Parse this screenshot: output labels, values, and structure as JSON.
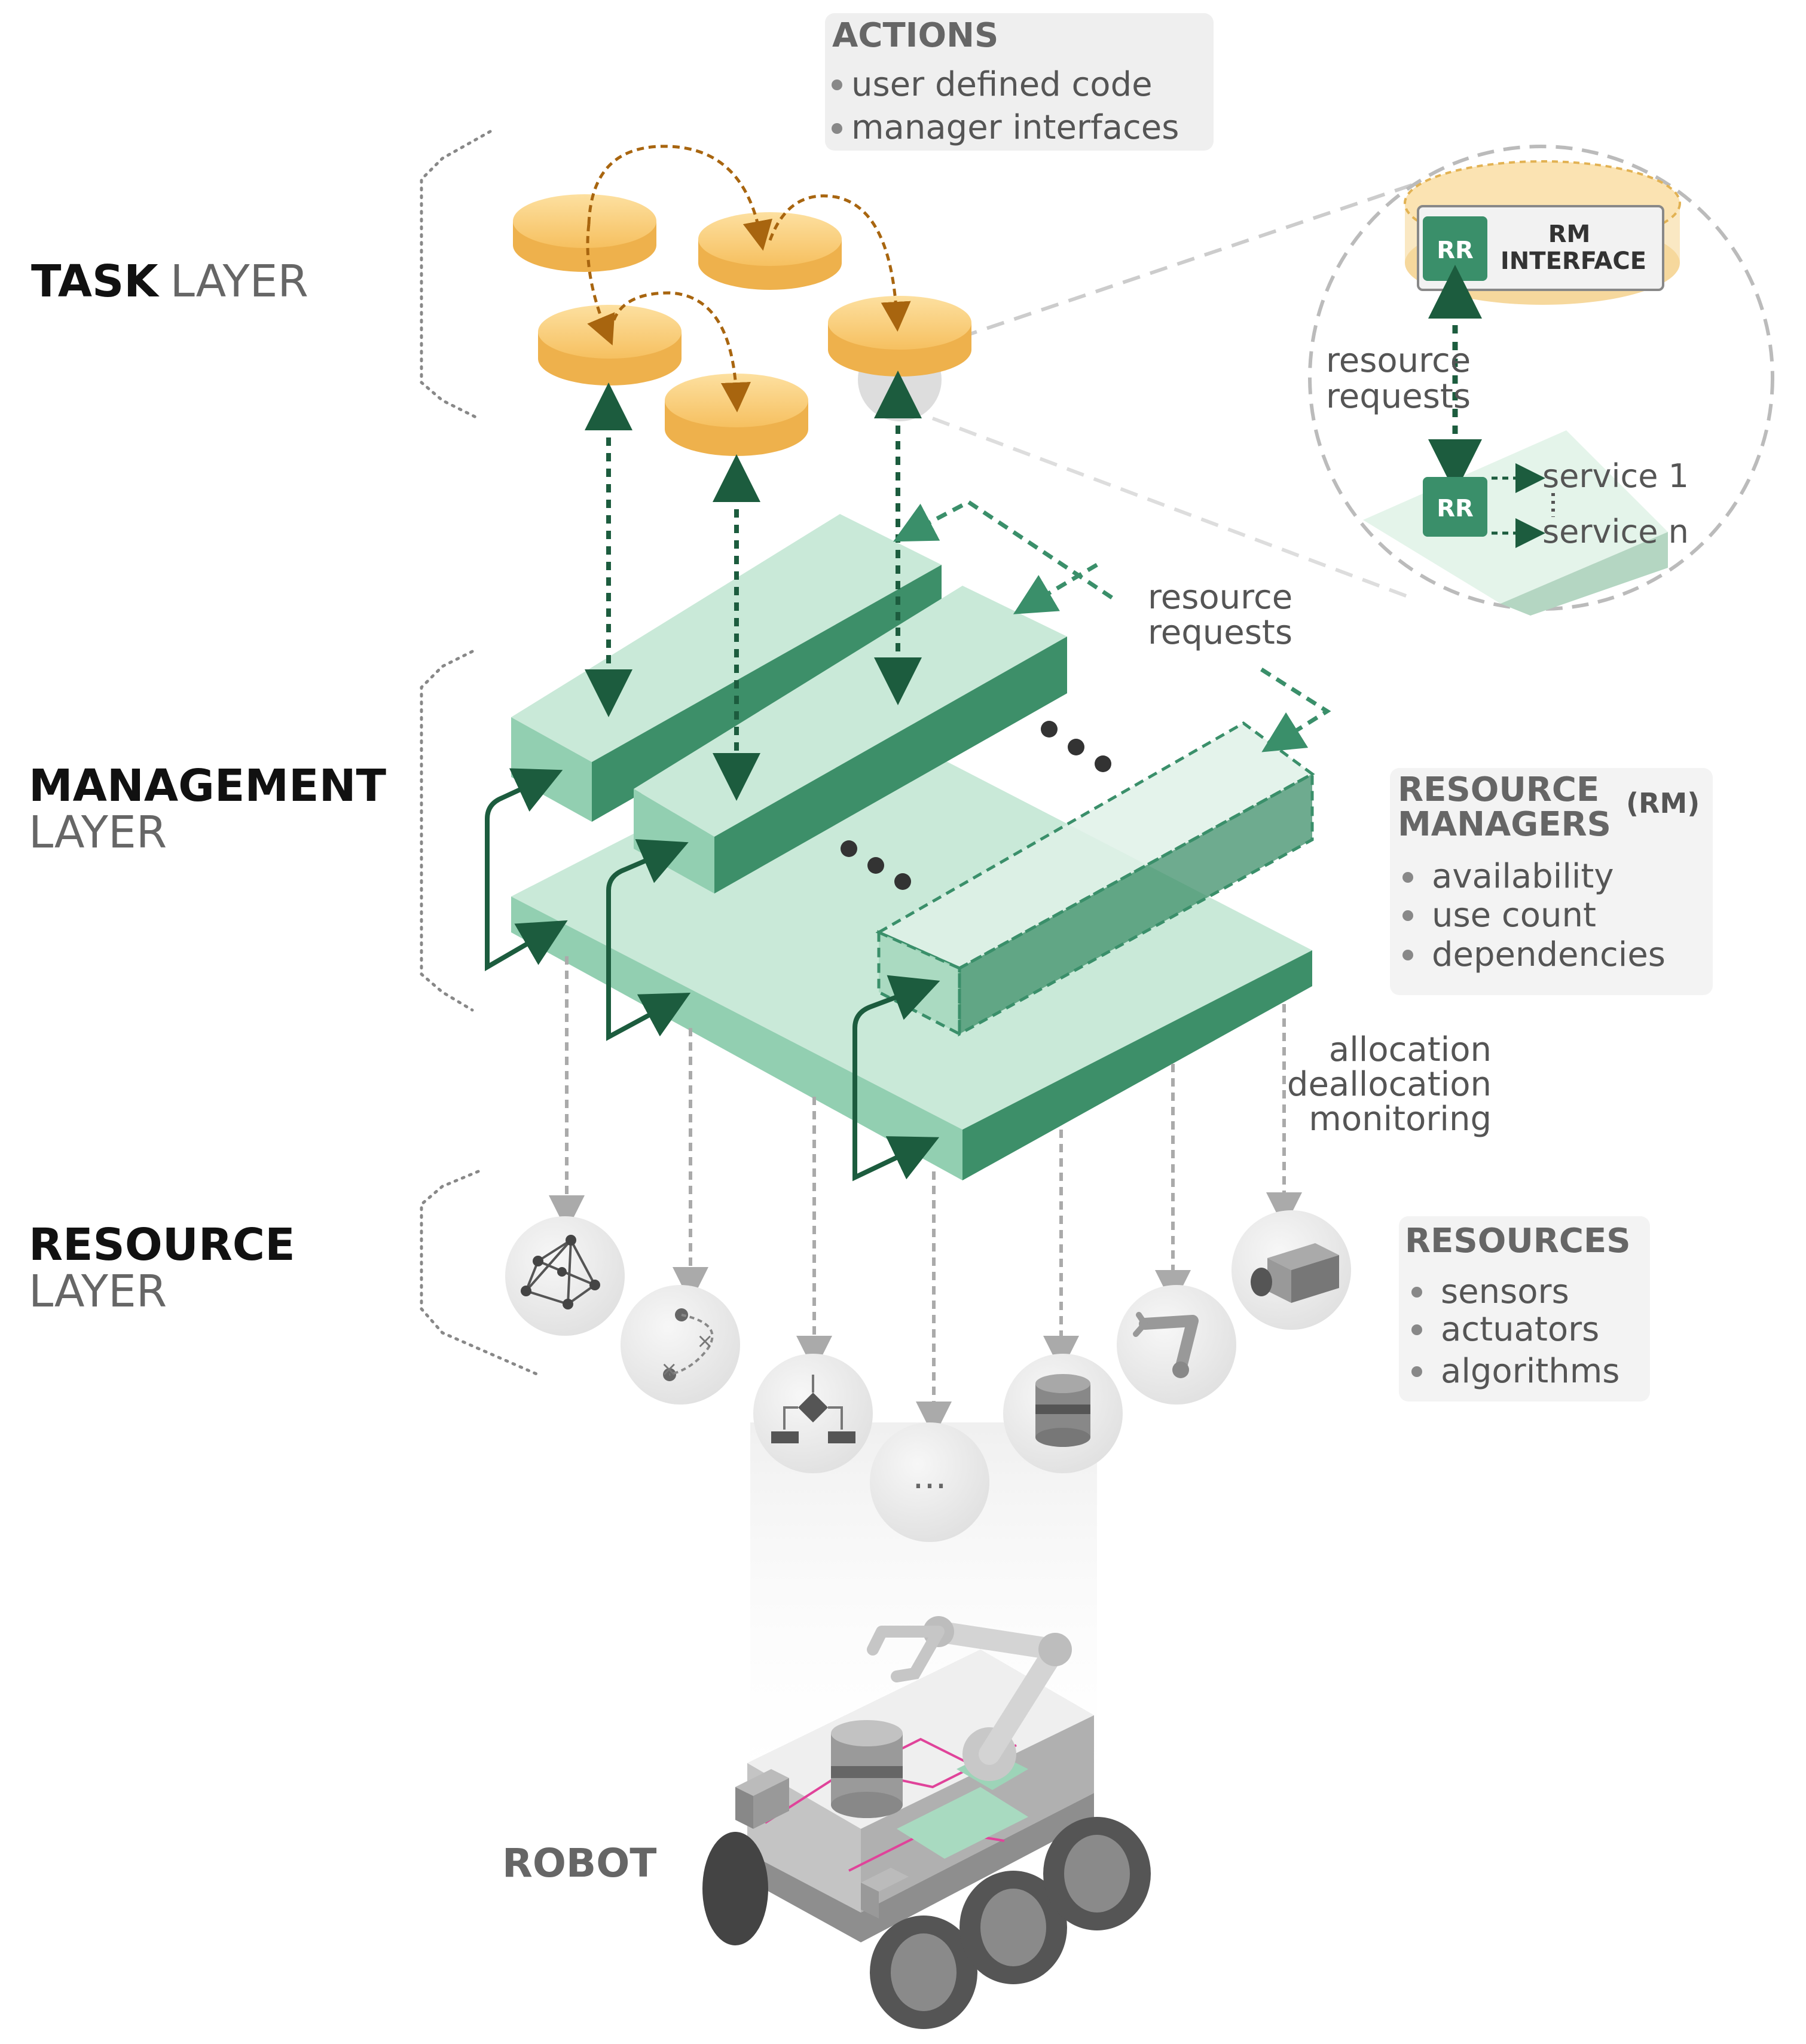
{
  "layers": {
    "task": {
      "bold": "TASK",
      "thin": "LAYER"
    },
    "management": {
      "bold": "MANAGEMENT",
      "thin": "LAYER"
    },
    "resource": {
      "bold": "RESOURCE",
      "thin": "LAYER"
    }
  },
  "actions": {
    "title": "ACTIONS",
    "items": [
      "user defined code",
      "manager interfaces"
    ]
  },
  "zoom": {
    "rr": "RR",
    "rm_interface": [
      "RM",
      "INTERFACE"
    ],
    "requests": [
      "resource",
      "requests"
    ],
    "services": [
      "service 1",
      "service n"
    ]
  },
  "resource_requests": [
    "resource",
    "requests"
  ],
  "resource_managers": {
    "title": [
      "RESOURCE",
      "MANAGERS"
    ],
    "suffix": "(RM)",
    "items": [
      "availability",
      "use count",
      "dependencies"
    ]
  },
  "allocation": [
    "allocation",
    "deallocation",
    "monitoring"
  ],
  "resources": {
    "title": "RESOURCES",
    "items": [
      "sensors",
      "actuators",
      "algorithms"
    ]
  },
  "resource_icons": [
    "graph-icon",
    "path-planning-icon",
    "flowchart-icon",
    "more-icon",
    "lidar-icon",
    "robot-arm-icon",
    "camera-icon"
  ],
  "more_symbol": "...",
  "robot": "ROBOT",
  "colors": {
    "task_disc": "#f7c46a",
    "manager_light": "#c9e9d8",
    "manager_dark": "#3d8f69",
    "arrow_dark": "#1c5c3e",
    "arrow_green": "#3a8f6a",
    "arrow_brown": "#a8650f",
    "gray_arrow": "#aaaaaa"
  }
}
